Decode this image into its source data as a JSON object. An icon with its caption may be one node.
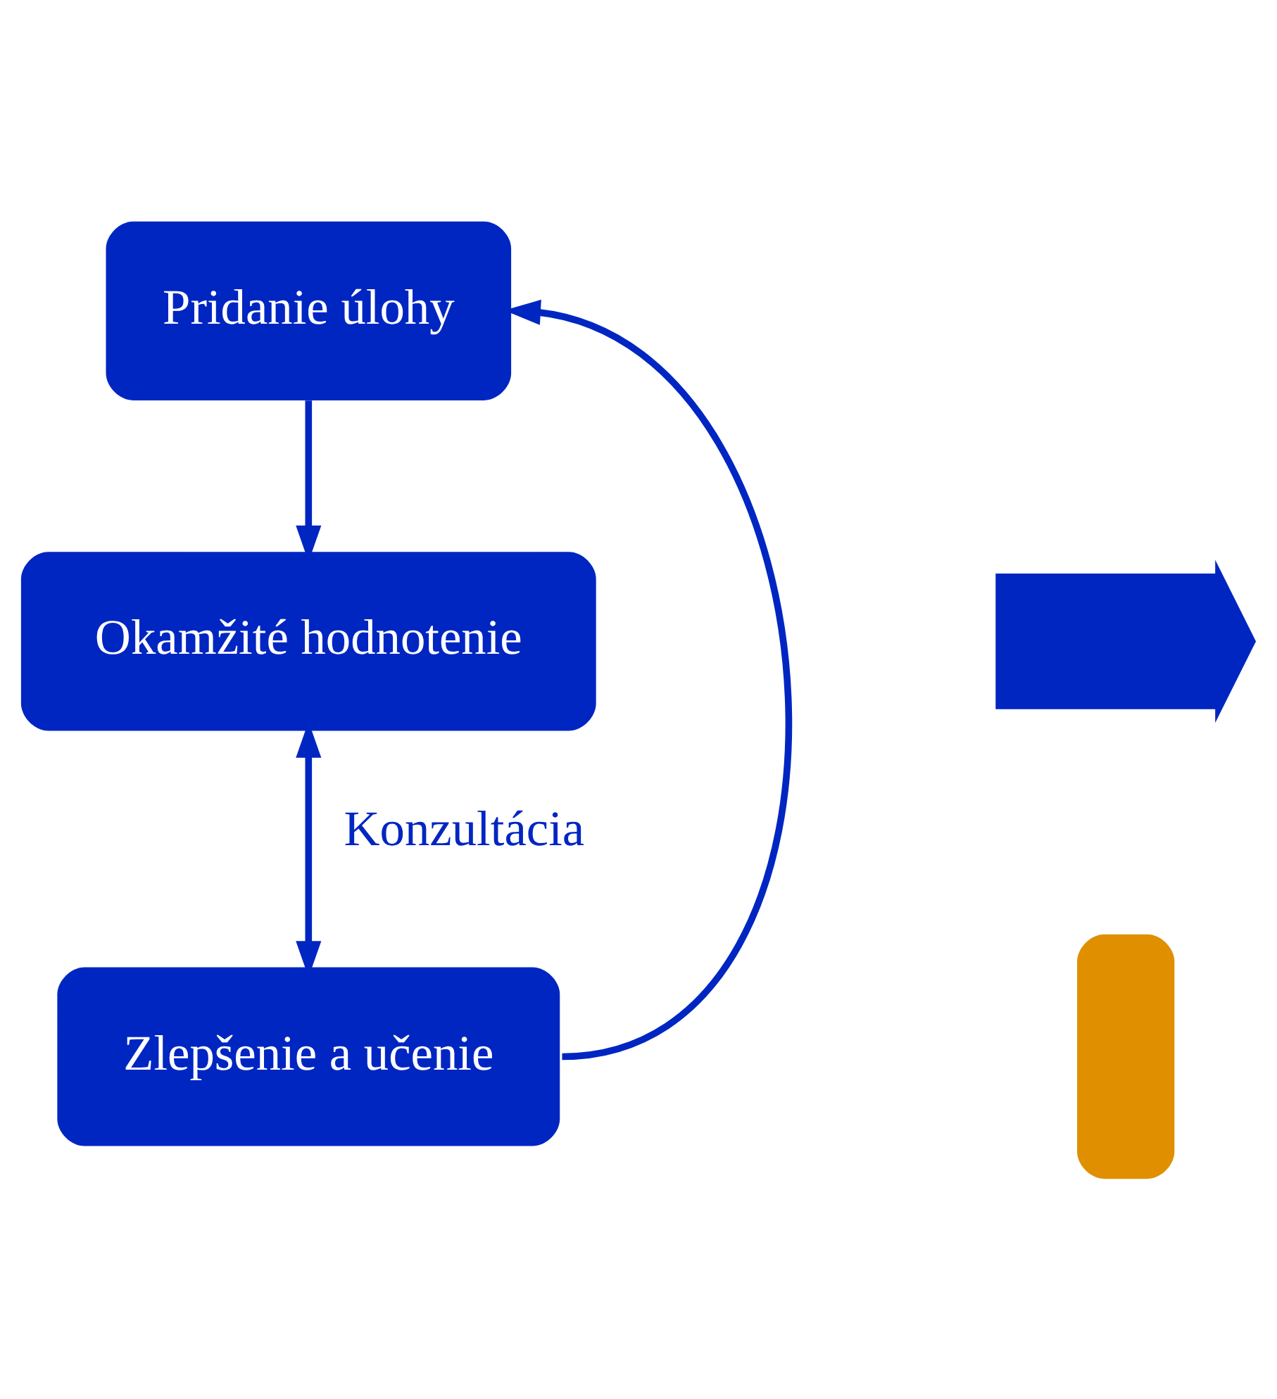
{
  "diagram": {
    "nodes": [
      {
        "text": [
          "Pridanie úlohy"
        ]
      },
      {
        "text": [
          "Okamžité hodnotenie"
        ]
      },
      {
        "text": [
          "Zlepšenie a učenie"
        ]
      },
      {
        "text": [],
        "shape": "arrow"
      },
      {
        "text": [],
        "shape": "box"
      }
    ],
    "edges": [
      {
        "from": 0,
        "to": 1,
        "arrow": "to"
      },
      {
        "from": 1,
        "to": 2,
        "arrow": "both",
        "label": "Konzultácia"
      },
      {
        "from": 2,
        "to": 0,
        "arrow": "to"
      }
    ]
  }
}
